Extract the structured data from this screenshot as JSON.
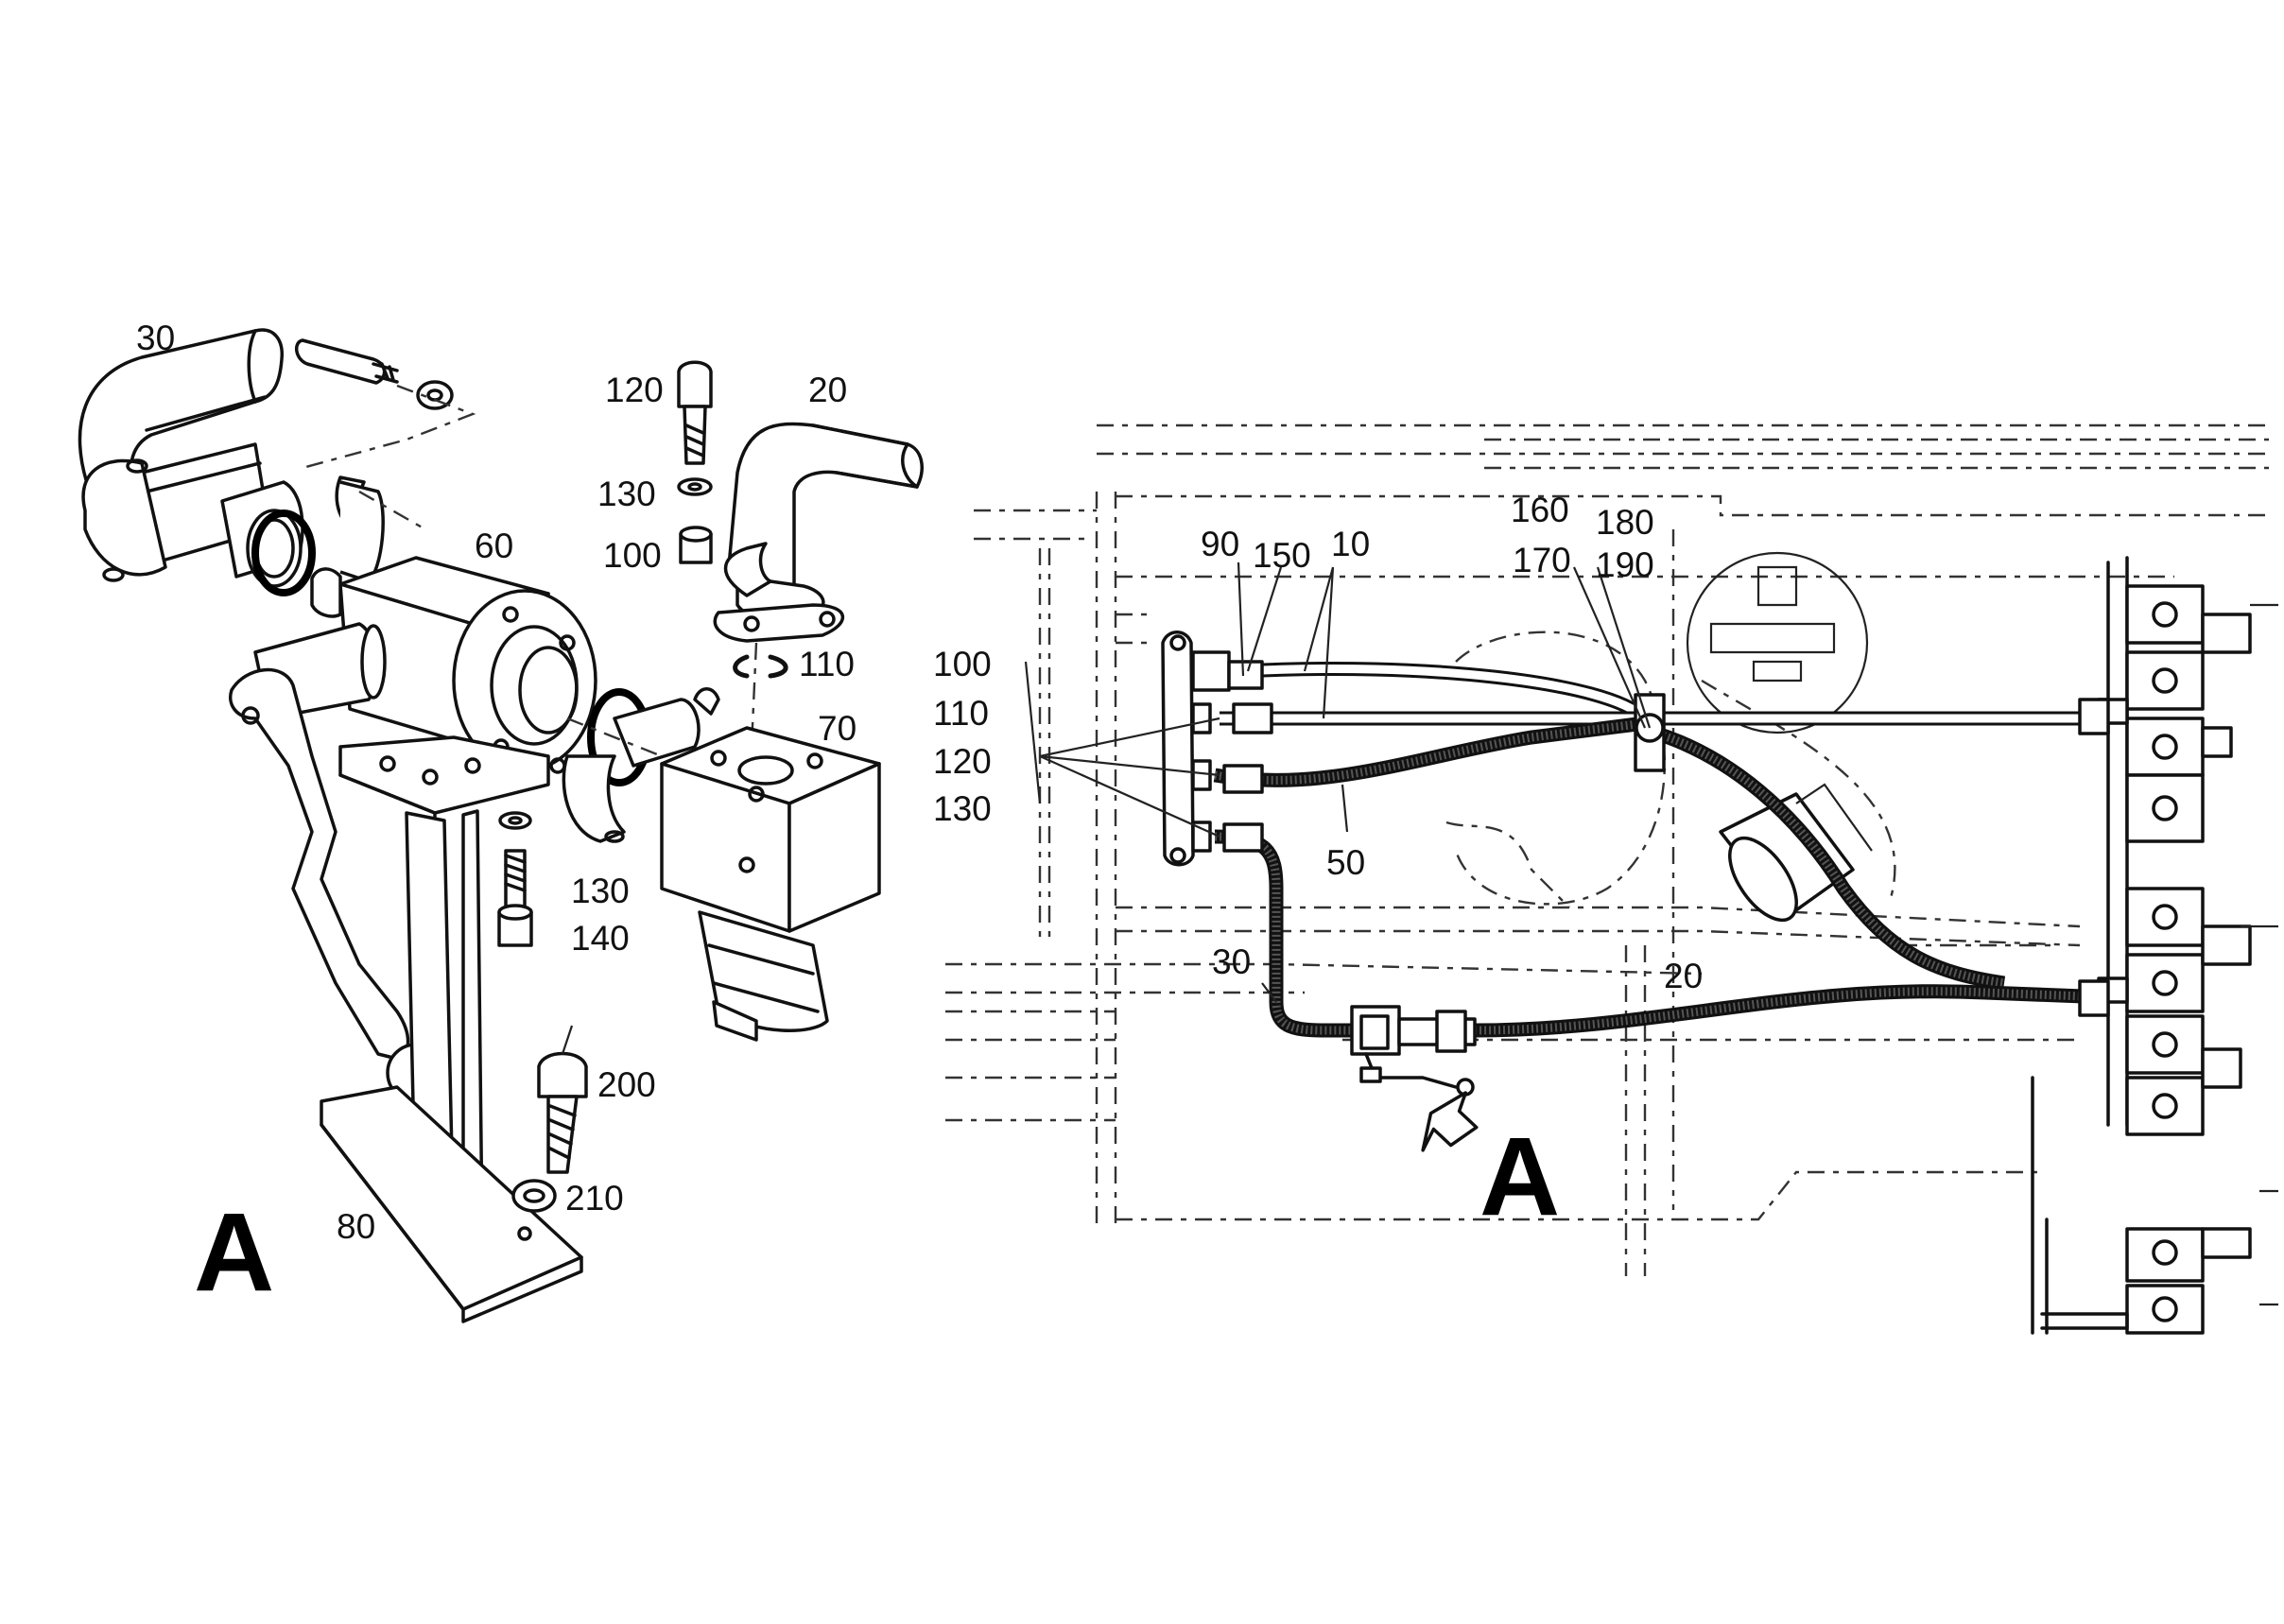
{
  "figure": {
    "left_view": {
      "view_letter": "A",
      "callouts": [
        "30",
        "20",
        "120",
        "130",
        "100",
        "60",
        "110",
        "70",
        "130",
        "140",
        "200",
        "210",
        "80"
      ]
    },
    "right_view": {
      "view_letter": "A",
      "callouts": [
        "90",
        "150",
        "10",
        "160",
        "180",
        "170",
        "190",
        "100",
        "110",
        "120",
        "130",
        "50",
        "30",
        "20"
      ]
    }
  }
}
